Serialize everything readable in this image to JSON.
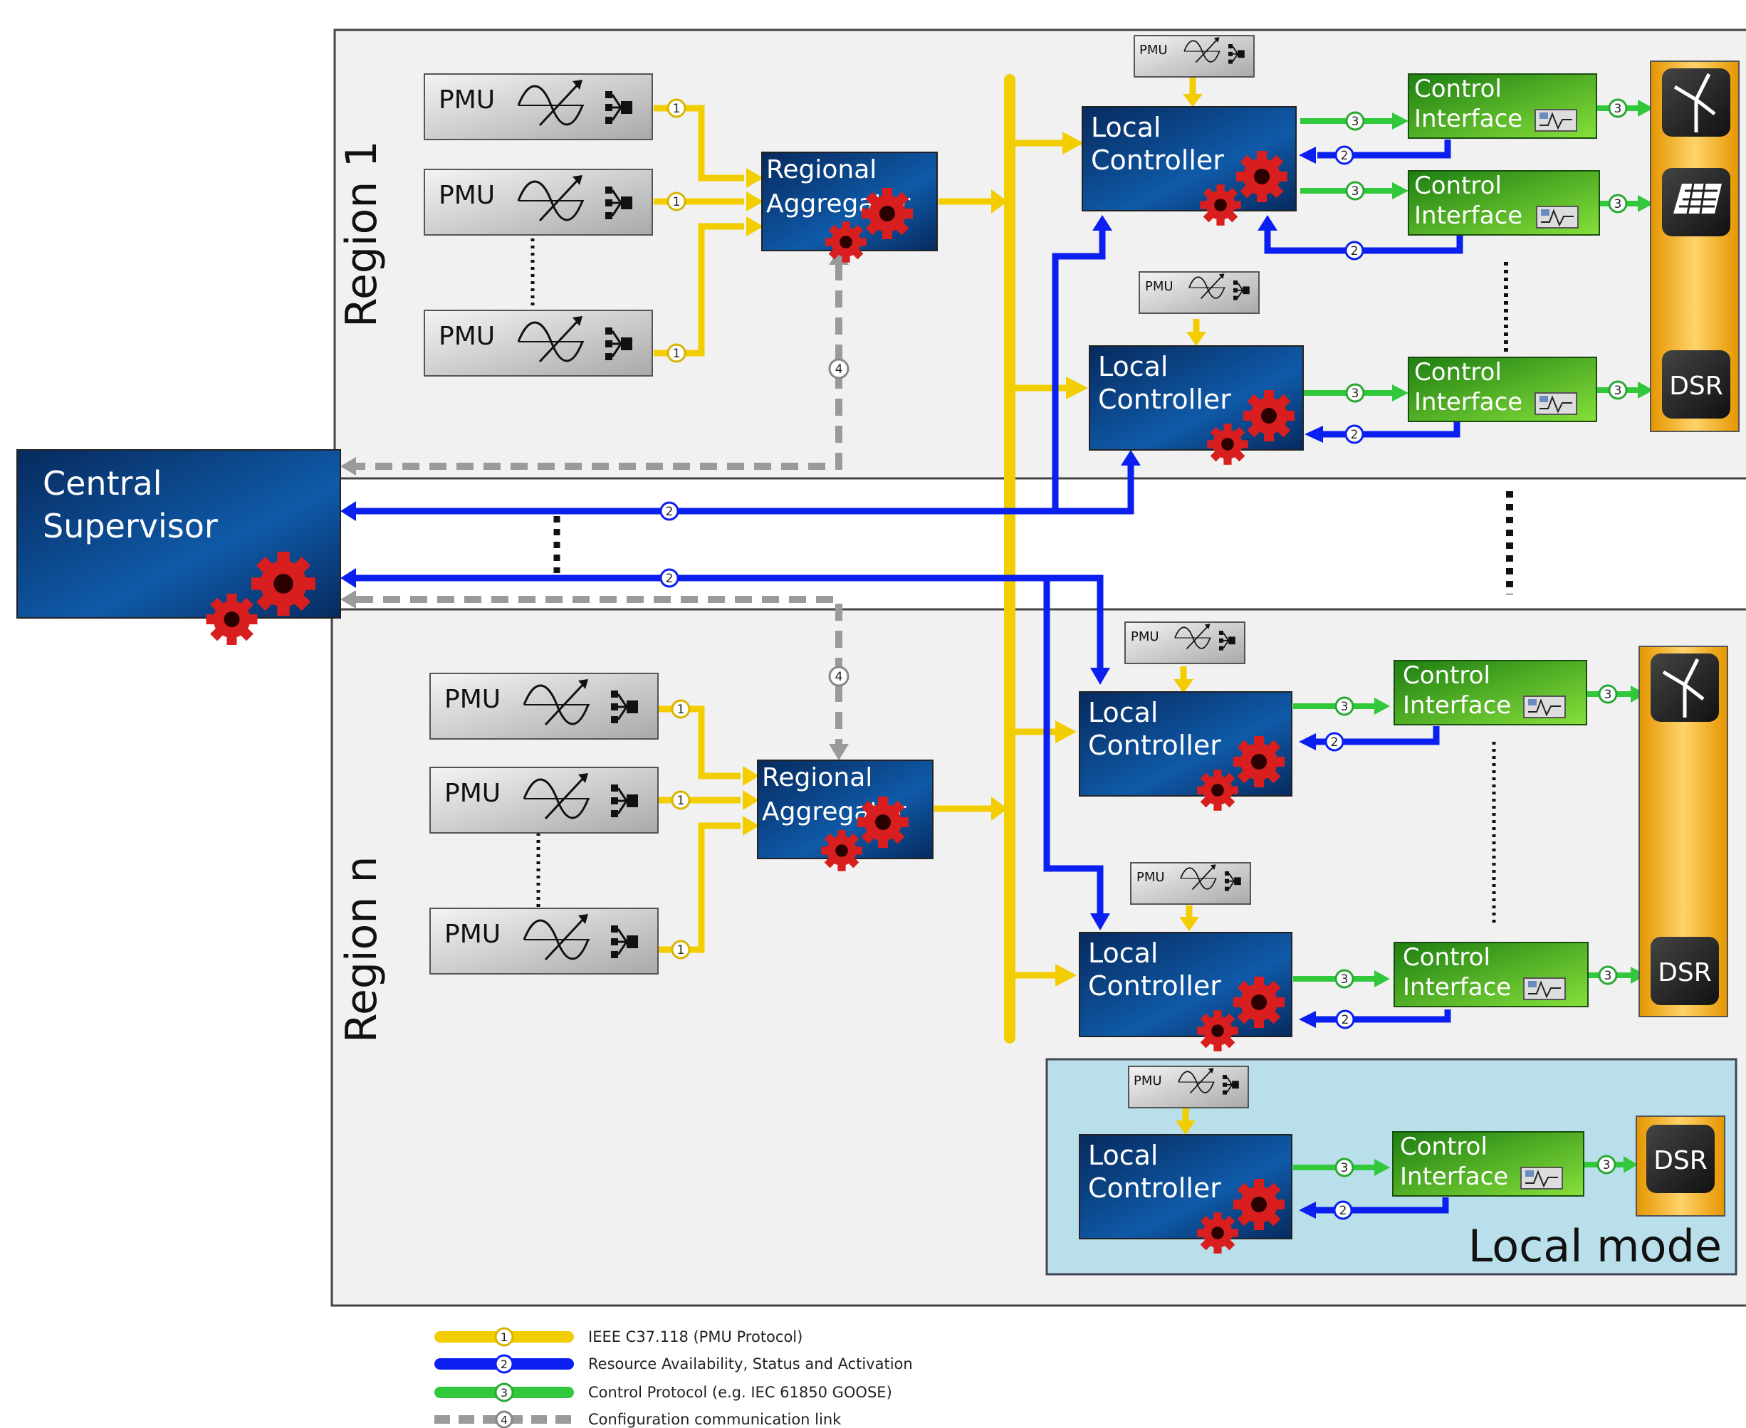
{
  "regions": {
    "region1": "Region 1",
    "region_n": "Region n"
  },
  "central_supervisor": [
    "Central",
    "Supervisor"
  ],
  "regional_aggregator": [
    "Regional",
    "Aggregator"
  ],
  "local_controller": [
    "Local",
    "Controller"
  ],
  "control_interface": [
    "Control",
    "Interface"
  ],
  "pmu": "PMU",
  "dsr": "DSR",
  "local_mode": "Local mode",
  "protocol_numbers": {
    "p1": "1",
    "p2": "2",
    "p3": "3",
    "p4": "4"
  },
  "legend": [
    {
      "num": "1",
      "label": "IEEE C37.118 (PMU Protocol)",
      "color": "#f2cd00"
    },
    {
      "num": "2",
      "label": "Resource Availability, Status and Activation",
      "color": "#0a1ff0"
    },
    {
      "num": "3",
      "label": "Control Protocol (e.g. IEC 61850 GOOSE)",
      "color": "#32c83c"
    },
    {
      "num": "4",
      "label": "Configuration communication link",
      "color": "#9a9a9a"
    }
  ],
  "colors": {
    "yellow": "#f2cd00",
    "blue": "#0a1ff0",
    "green": "#32c83c",
    "grey": "#9a9a9a",
    "navy": "#0d3d7a",
    "orange": "#f0a400"
  }
}
